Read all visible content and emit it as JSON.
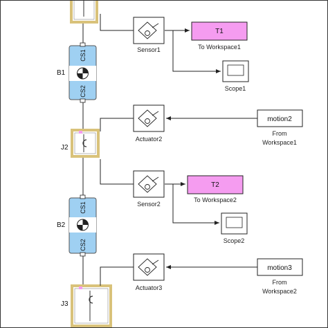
{
  "left_labels": {
    "b1": "B1",
    "j2": "J2",
    "b2": "B2",
    "j3": "J3"
  },
  "body_ports": {
    "cs1": "CS1",
    "cs2": "CS2"
  },
  "sensor1": {
    "label": "Sensor1"
  },
  "sensor2": {
    "label": "Sensor2"
  },
  "actuator2": {
    "label": "Actuator2"
  },
  "actuator3": {
    "label": "Actuator3"
  },
  "to_workspace1": {
    "text": "T1",
    "label": "To Workspace1"
  },
  "to_workspace2": {
    "text": "T2",
    "label": "To Workspace2"
  },
  "scope1": {
    "label": "Scope1"
  },
  "scope2": {
    "label": "Scope2"
  },
  "from_workspace1": {
    "text": "motion2",
    "label_line1": "From",
    "label_line2": "Workspace1"
  },
  "from_workspace2": {
    "text": "motion3",
    "label_line1": "From",
    "label_line2": "Workspace2"
  },
  "colors": {
    "joint_border": "#d9c27a",
    "body_blue": "#9fd0f2",
    "to_workspace_fill": "#f59cf0",
    "line": "#222222"
  }
}
